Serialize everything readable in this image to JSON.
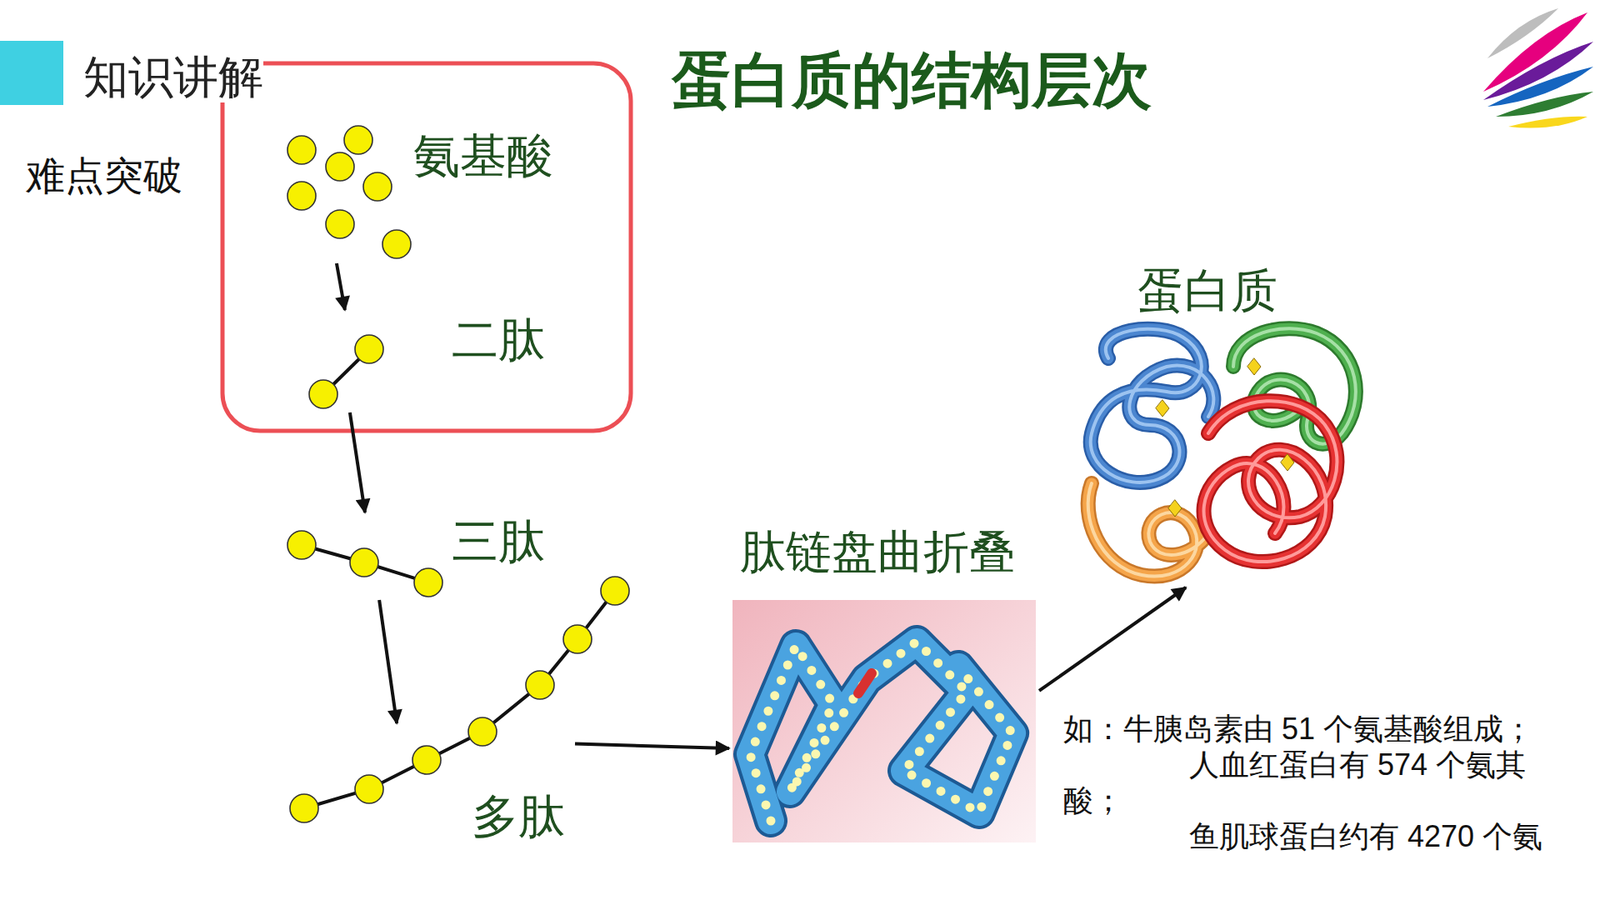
{
  "diagram": {
    "title": "蛋白质的结构层次",
    "nodes": [
      {
        "text": [
          "氨基酸"
        ]
      },
      {
        "text": [
          "二肽"
        ]
      },
      {
        "text": [
          "三肽"
        ]
      },
      {
        "text": [
          "多肽"
        ]
      },
      {
        "text": [
          "肽链盘曲折叠"
        ]
      },
      {
        "text": [
          "蛋白质"
        ]
      }
    ],
    "edges": [
      {
        "from": 0,
        "to": 1,
        "arrow": "to"
      },
      {
        "from": 1,
        "to": 2,
        "arrow": "to"
      },
      {
        "from": 2,
        "to": 3,
        "arrow": "to"
      },
      {
        "from": 3,
        "to": 4,
        "arrow": "to"
      },
      {
        "from": 4,
        "to": 5,
        "arrow": "to"
      }
    ],
    "labels": [
      "知识讲解",
      "难点突破",
      "如：牛胰岛素由 51 个氨基酸组成；",
      "人血红蛋白有 574 个氨其酸；",
      "鱼肌球蛋白约有 4270 个氨"
    ]
  }
}
